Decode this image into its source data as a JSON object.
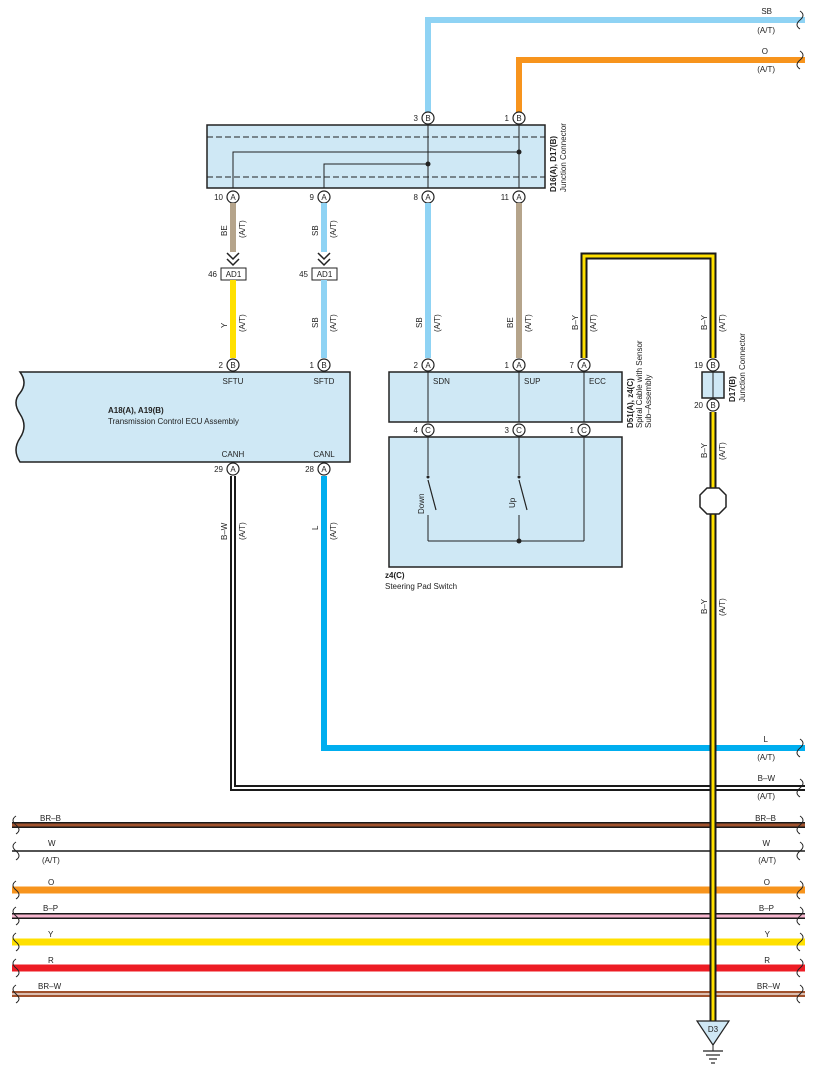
{
  "colors": {
    "SB": "#8fd3f4",
    "O": "#f7941d",
    "BE": "#b5a48b",
    "Y": "#ffe000",
    "L": "#00aeef",
    "R": "#ed1c24",
    "BR": "#a0522d",
    "B": "#1a1a1a",
    "W": "#ffffff",
    "P": "#f7b6cf",
    "box_fill": "#cfe8f5"
  },
  "top_wires": [
    {
      "color": "SB",
      "note": "(A/T)"
    },
    {
      "color": "O",
      "note": "(A/T)"
    }
  ],
  "junction_connector_top": {
    "name": "D16(A), D17(B)",
    "desc": "Junction Connector",
    "top_pins": [
      {
        "num": "3",
        "conn": "B"
      },
      {
        "num": "1",
        "conn": "B"
      }
    ],
    "bottom_pins": [
      {
        "num": "10",
        "conn": "A"
      },
      {
        "num": "9",
        "conn": "A"
      },
      {
        "num": "8",
        "conn": "A"
      },
      {
        "num": "11",
        "conn": "A"
      }
    ]
  },
  "connector_wires_upper": [
    {
      "color": "BE",
      "note": "(A/T)"
    },
    {
      "color": "SB",
      "note": "(A/T)"
    }
  ],
  "ad_connectors": [
    {
      "num": "46",
      "label": "AD1"
    },
    {
      "num": "45",
      "label": "AD1"
    }
  ],
  "ecu_input_wires": [
    {
      "color": "Y",
      "note": "(A/T)"
    },
    {
      "color": "SB",
      "note": "(A/T)"
    }
  ],
  "ecu": {
    "name": "A18(A), A19(B)",
    "desc": "Transmission Control ECU Assembly",
    "top_pins": [
      {
        "num": "2",
        "conn": "B",
        "label": "SFTU"
      },
      {
        "num": "1",
        "conn": "B",
        "label": "SFTD"
      }
    ],
    "bottom_pins": [
      {
        "num": "29",
        "conn": "A",
        "label": "CANH"
      },
      {
        "num": "28",
        "conn": "A",
        "label": "CANL"
      }
    ]
  },
  "ecu_output_wires": [
    {
      "color": "B–W",
      "note": "(A/T)"
    },
    {
      "color": "L",
      "note": "(A/T)"
    }
  ],
  "spiral_wires": [
    {
      "color": "SB",
      "note": "(A/T)"
    },
    {
      "color": "BE",
      "note": "(A/T)"
    },
    {
      "color": "B–Y",
      "note": "(A/T)"
    }
  ],
  "spiral_cable": {
    "name": "D51(A), z4(C)",
    "desc1": "Spiral Cable with Sensor",
    "desc2": "Sub–Assembly",
    "top_pins": [
      {
        "num": "2",
        "conn": "A",
        "label": "SDN"
      },
      {
        "num": "1",
        "conn": "A",
        "label": "SUP"
      },
      {
        "num": "7",
        "conn": "A",
        "label": "ECC"
      }
    ],
    "bottom_pins": [
      {
        "num": "4",
        "conn": "C"
      },
      {
        "num": "3",
        "conn": "C"
      },
      {
        "num": "1",
        "conn": "C"
      }
    ]
  },
  "steering_switch": {
    "name": "z4(C)",
    "desc": "Steering Pad Switch",
    "switch_down": "Down",
    "switch_up": "Up"
  },
  "junction_d17": {
    "wire_in": {
      "color": "B–Y",
      "note": "(A/T)"
    },
    "name": "D17(B)",
    "desc": "Junction Connector",
    "pin_top": {
      "num": "19",
      "conn": "B"
    },
    "pin_bottom": {
      "num": "20",
      "conn": "B"
    },
    "wire_out1": {
      "color": "B–Y",
      "note": "(A/T)"
    },
    "wire_out2": {
      "color": "B–Y",
      "note": "(A/T)"
    }
  },
  "right_wires": [
    {
      "color": "L",
      "note": "(A/T)"
    },
    {
      "color": "B–W",
      "note": "(A/T)"
    }
  ],
  "bus_wires": [
    {
      "left": "BR–B",
      "right": "BR–B"
    },
    {
      "left": "W",
      "left_note": "(A/T)",
      "right": "W",
      "right_note": "(A/T)"
    },
    {
      "left": "O",
      "right": "O"
    },
    {
      "left": "B–P",
      "right": "B–P"
    },
    {
      "left": "Y",
      "right": "Y"
    },
    {
      "left": "R",
      "right": "R"
    },
    {
      "left": "BR–W",
      "right": "BR–W"
    }
  ],
  "ground": {
    "label": "D3"
  }
}
